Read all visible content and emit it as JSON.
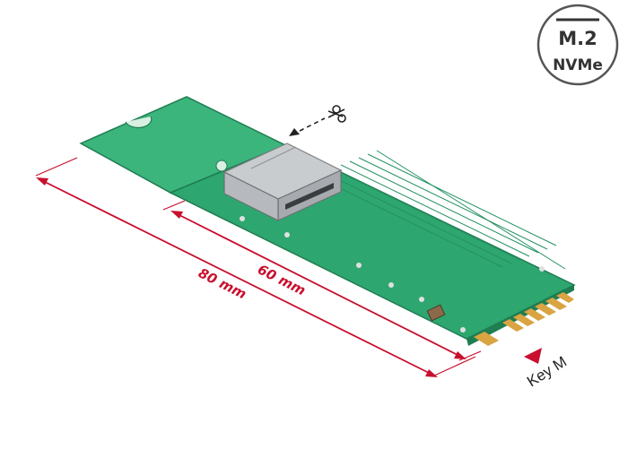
{
  "badge": {
    "line1": "M.2",
    "line2": "NVMe"
  },
  "dimensions": {
    "inner_length": "60 mm",
    "outer_length": "80 mm"
  },
  "key_label": "Key M",
  "colors": {
    "pcb": "#2ea66f",
    "pcb_dark": "#1f7d52",
    "pcb_tab": "#3cb57c",
    "arrow_red": "#c8102e",
    "gold": "#d9a441",
    "badge_stroke": "#444444"
  },
  "icons": {
    "scissors": "scissors-icon",
    "connector": "usb-c-connector"
  }
}
